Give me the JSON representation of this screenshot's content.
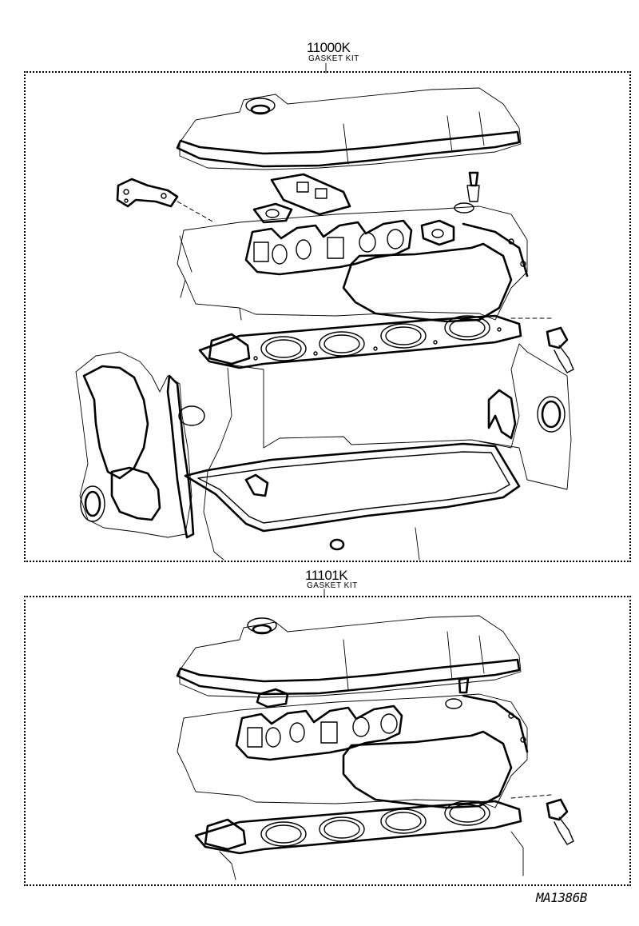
{
  "kits": [
    {
      "code": "11000K",
      "name": "GASKET KIT"
    },
    {
      "code": "11101K",
      "name": "GASKET KIT"
    }
  ],
  "reference_code": "MA1386B",
  "icons": {
    "kit1": "engine-gasket-kit-full-exploded-drawing",
    "kit2": "engine-gasket-kit-upper-exploded-drawing"
  }
}
